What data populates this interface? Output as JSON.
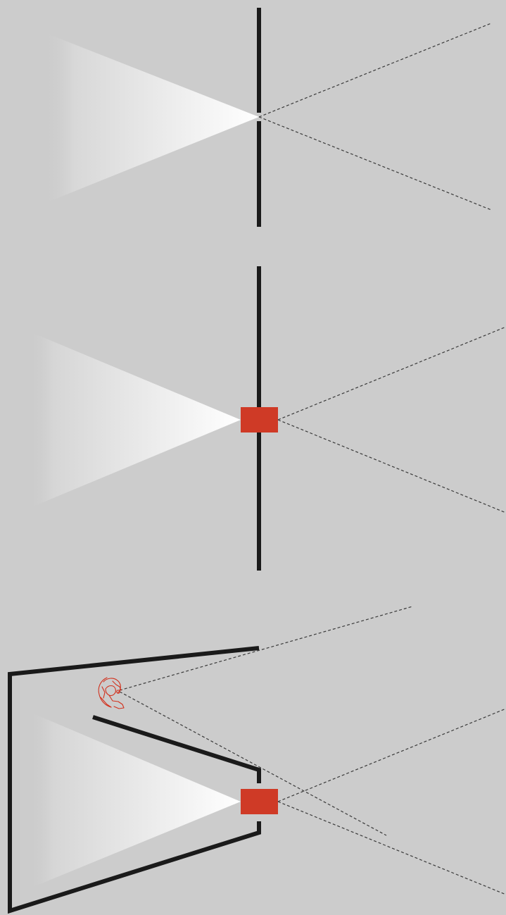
{
  "diagram": {
    "panels": [
      {
        "id": "pinhole",
        "elements": [
          "wall",
          "aperture",
          "light-cone",
          "sight-lines"
        ]
      },
      {
        "id": "camera-in-wall",
        "elements": [
          "wall",
          "camera",
          "light-cone",
          "sight-lines"
        ]
      },
      {
        "id": "camera-in-chamber",
        "elements": [
          "chamber-walls",
          "camera",
          "light-cone",
          "sight-lines",
          "observer-figure"
        ]
      }
    ],
    "colors": {
      "background": "#cccccc",
      "wall": "#1a1a1a",
      "camera": "#cf3a26",
      "figure": "#d2301c",
      "sight_lines": "#3a3a3a",
      "light_cone_bright": "#ffffff",
      "light_cone_fade": "#cccccc"
    }
  }
}
